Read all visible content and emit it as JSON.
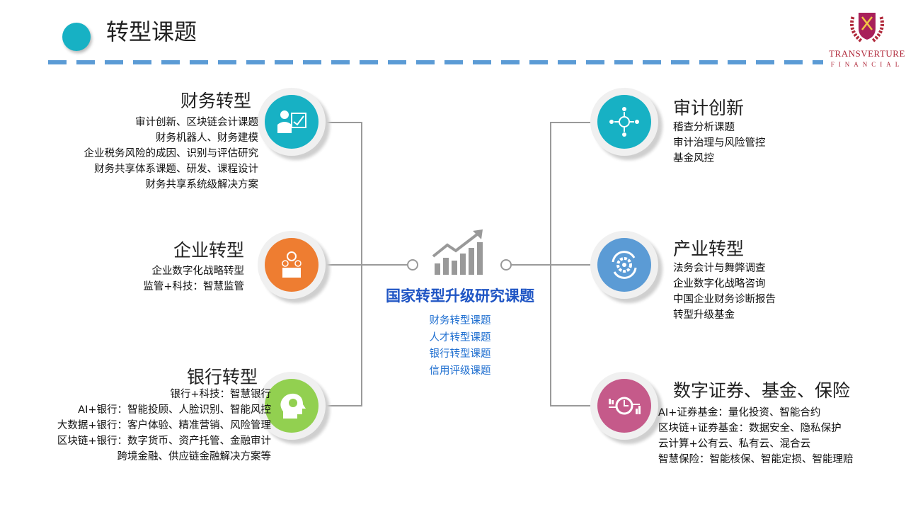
{
  "header": {
    "title": "转型课题"
  },
  "logo": {
    "name": "TRANSVERTURE",
    "sub": "FINANCIAL"
  },
  "center": {
    "title": "国家转型升级研究课题",
    "items": [
      "财务转型课题",
      "人才转型课题",
      "银行转型课题",
      "信用评级课题"
    ]
  },
  "left": [
    {
      "title": "财务转型",
      "icon": "presenter-chart-icon",
      "color": "#17b1c4",
      "items": [
        "审计创新、区块链会计课题",
        "财务机器人、财务建模",
        "企业税务风险的成因、识别与评估研究",
        "财务共享体系课题、研发、课程设计",
        "财务共享系统级解决方案"
      ]
    },
    {
      "title": "企业转型",
      "icon": "money-box-icon",
      "color": "#ee7d31",
      "items": [
        "企业数字化战略转型",
        "监管+科技：智慧监管"
      ]
    },
    {
      "title": "银行转型",
      "icon": "head-money-icon",
      "color": "#92d050",
      "items": [
        "银行+科技：智慧银行",
        "AI+银行：智能投顾、人脸识别、智能风控",
        "大数据+银行：客户体验、精准营销、风险管理",
        "区块链+银行：数字货币、资产托管、金融审计",
        "跨境金融、供应链金融解决方案等"
      ]
    }
  ],
  "right": [
    {
      "title": "审计创新",
      "icon": "people-network-icon",
      "color": "#17b1c4",
      "items": [
        "稽查分析课题",
        "审计治理与风险管控",
        "基金风控"
      ]
    },
    {
      "title": "产业转型",
      "icon": "gear-cycle-icon",
      "color": "#5b9bd5",
      "items": [
        "法务会计与舞弊调查",
        "企业数字化战略咨询",
        "中国企业财务诊断报告",
        "转型升级基金"
      ]
    },
    {
      "title": "数字证券、基金、保险",
      "icon": "clock-exchange-icon",
      "color": "#c55a8a",
      "items": [
        "AI+证券基金：量化投资、智能合约",
        "区块链+证券基金：数据安全、隐私保护",
        "云计算+公有云、私有云、混合云",
        "智慧保险：智能核保、智能定损、智能理赔"
      ]
    }
  ]
}
